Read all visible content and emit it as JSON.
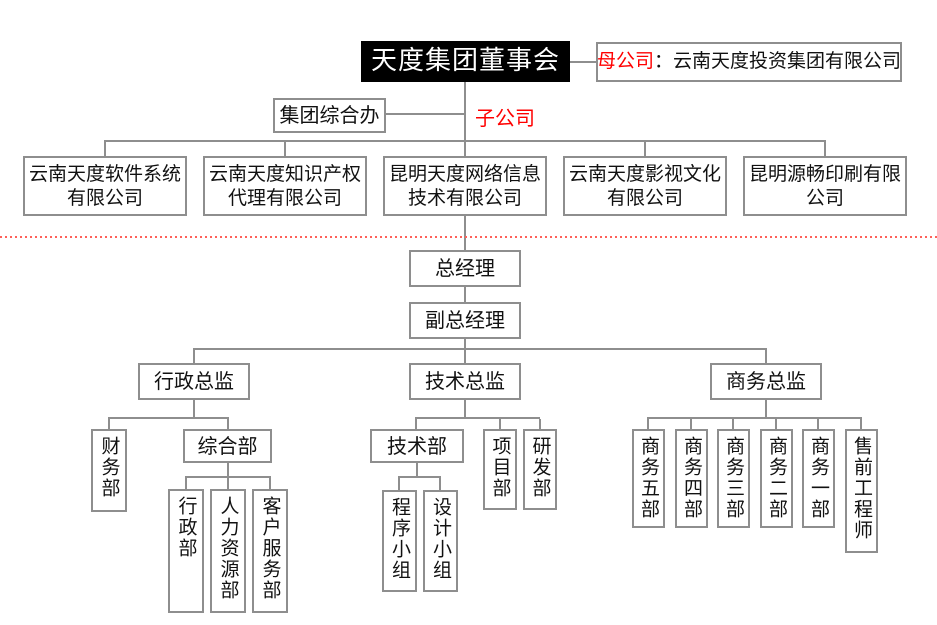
{
  "org": {
    "board": "天度集团董事会",
    "parent": {
      "label": "母公司",
      "rest": "：云南天度投资集团有限公司"
    },
    "office": "集团综合办",
    "subsidiary_label": "子公司",
    "companies": [
      "云南天度软件系统有限公司",
      "云南天度知识产权代理有限公司",
      "昆明天度网络信息技术有限公司",
      "云南天度影视文化有限公司",
      "昆明源畅印刷有限公司"
    ],
    "gm": "总经理",
    "dgm": "副总经理",
    "directors": {
      "admin": "行政总监",
      "tech": "技术总监",
      "business": "商务总监"
    },
    "admin_branch": {
      "finance": "财务部",
      "general": "综合部",
      "subs": [
        "行政部",
        "人力资源部",
        "客户服务部"
      ]
    },
    "tech_branch": {
      "dept": "技术部",
      "project": "项目部",
      "rnd": "研发部",
      "teams": [
        "程序小组",
        "设计小组"
      ]
    },
    "business_branch": {
      "depts": [
        "商务五部",
        "商务四部",
        "商务三部",
        "商务二部",
        "商务一部",
        "售前工程师"
      ]
    },
    "colors": {
      "accent_red": "#ff0000",
      "dotted_line_red": "#ff6059",
      "line_gray": "#8e8e8e",
      "board_bg": "#000000"
    }
  }
}
